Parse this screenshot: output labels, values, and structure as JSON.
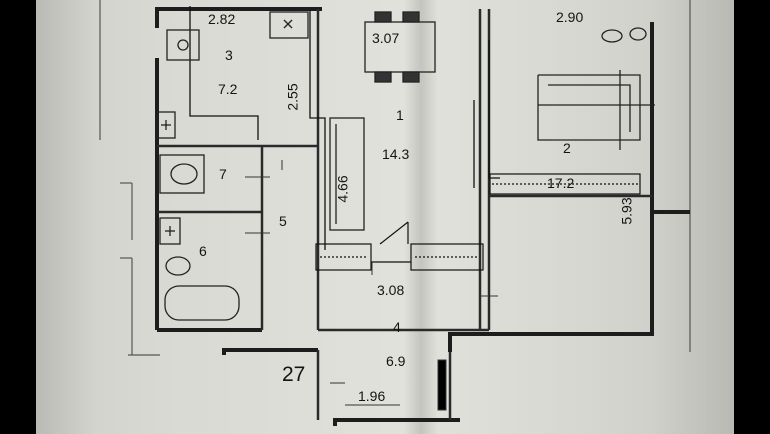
{
  "plan": {
    "apartment_number": "27",
    "rooms": [
      {
        "id": "1",
        "area": "14.3"
      },
      {
        "id": "2",
        "area": "17.2"
      },
      {
        "id": "3",
        "area": "7.2"
      },
      {
        "id": "4",
        "area": "6.9"
      },
      {
        "id": "5",
        "area": ""
      },
      {
        "id": "6",
        "area": ""
      },
      {
        "id": "7",
        "area": ""
      }
    ],
    "dimensions": {
      "kitchen_width": "2.82",
      "kitchen_depth": "2.55",
      "living_top": "3.07",
      "living_side": "4.66",
      "living_bottom": "3.08",
      "bedroom_top": "2.90",
      "bedroom_side": "5.93",
      "hall_bottom": "1.96"
    }
  }
}
